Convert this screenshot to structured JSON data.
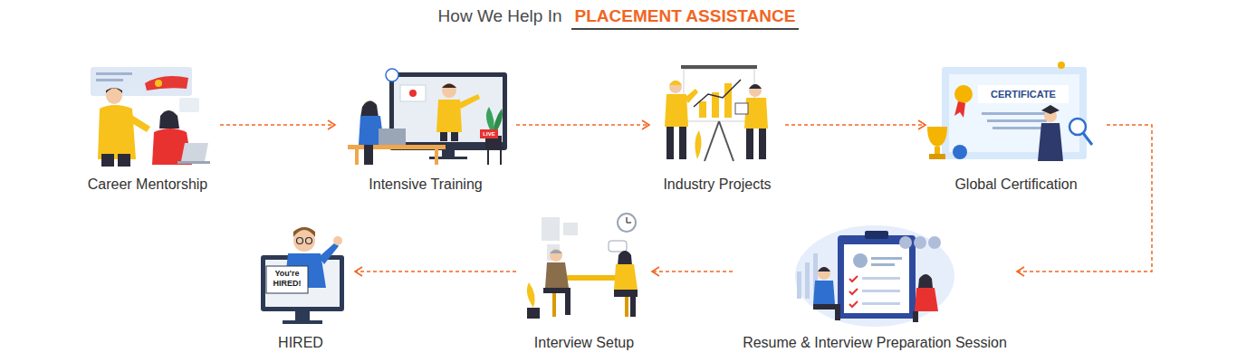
{
  "diagram": {
    "title": "How We Help In",
    "nodes": [
      {
        "text": [
          "Career Mentorship"
        ]
      },
      {
        "text": [
          "Intensive Training"
        ]
      },
      {
        "text": [
          "Industry Projects"
        ]
      },
      {
        "text": [
          "Global Certification"
        ]
      },
      {
        "text": [
          "Resume & Interview Preparation Session"
        ]
      },
      {
        "text": [
          "Interview Setup"
        ]
      },
      {
        "text": [
          "HIRED"
        ]
      }
    ],
    "edges": [
      {
        "from": 0,
        "to": 1,
        "arrow": "to"
      },
      {
        "from": 1,
        "to": 2,
        "arrow": "to"
      },
      {
        "from": 2,
        "to": 3,
        "arrow": "to"
      },
      {
        "from": 3,
        "to": 4,
        "arrow": "to"
      },
      {
        "from": 4,
        "to": 5,
        "arrow": "to"
      },
      {
        "from": 5,
        "to": 6,
        "arrow": "to"
      }
    ],
    "labels": [
      "PLACEMENT ASSISTANCE",
      "CERTIFICATE",
      "You're HIRED!",
      "LIVE"
    ]
  }
}
